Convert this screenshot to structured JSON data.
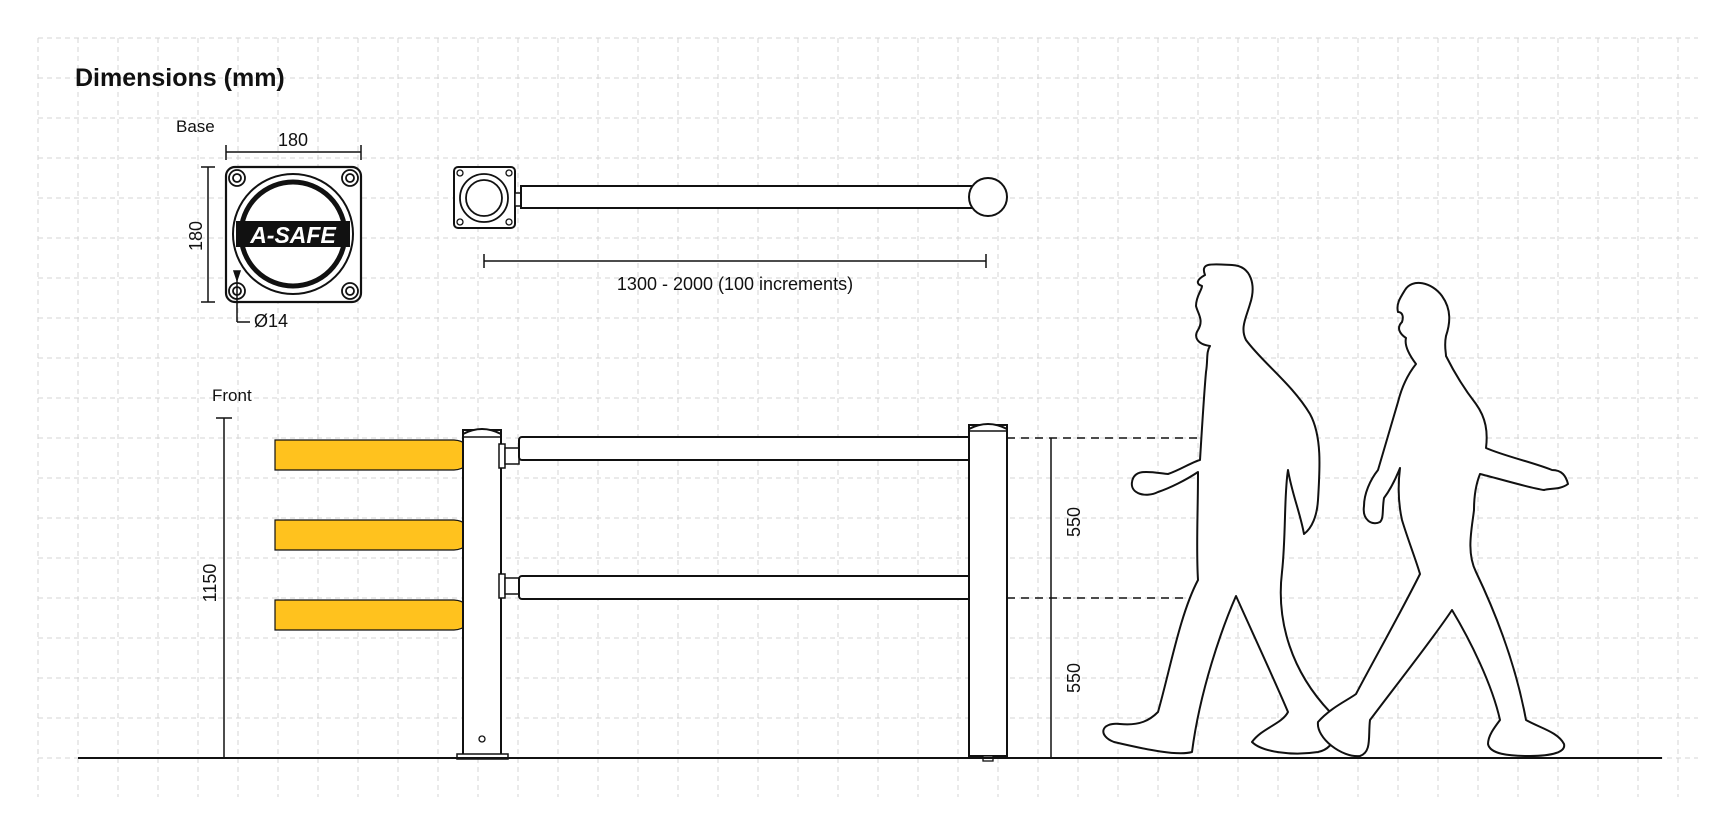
{
  "title": "Dimensions (mm)",
  "base_view": {
    "label": "Base",
    "width_label": "180",
    "height_label": "180",
    "hole_label": "Ø14",
    "logo_text": "A-SAFE"
  },
  "top_view": {
    "length_label": "1300 - 2000 (100 increments)"
  },
  "front_view": {
    "label": "Front",
    "height_label": "1150",
    "upper_rail_label": "550",
    "lower_rail_label": "550"
  },
  "colors": {
    "barrier_yellow": "#FFC21E",
    "line": "#111111",
    "grid": "#cfcfcf",
    "background": "#ffffff"
  }
}
